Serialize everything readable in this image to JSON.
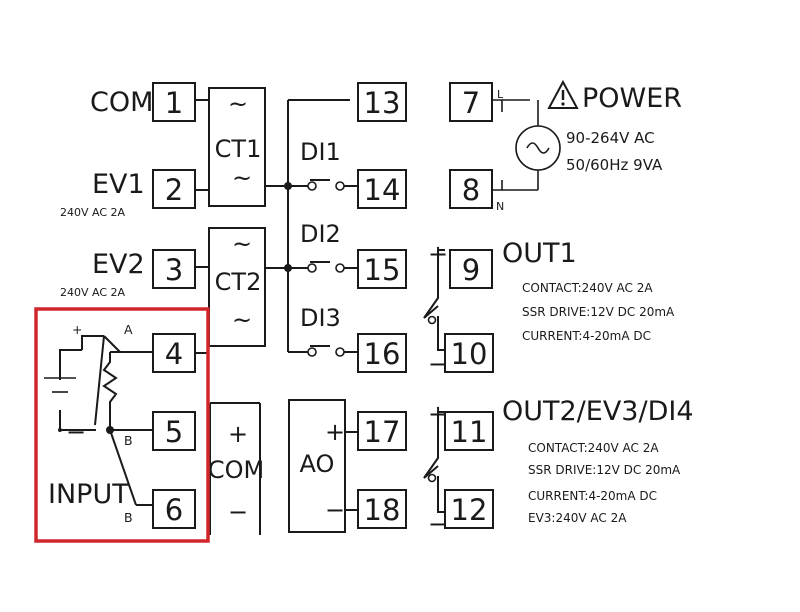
{
  "terminals": {
    "t1": "1",
    "t2": "2",
    "t3": "3",
    "t4": "4",
    "t5": "5",
    "t6": "6",
    "t7": "7",
    "t8": "8",
    "t9": "9",
    "t10": "10",
    "t11": "11",
    "t12": "12",
    "t13": "13",
    "t14": "14",
    "t15": "15",
    "t16": "16",
    "t17": "17",
    "t18": "18"
  },
  "left_labels": {
    "com": "COM",
    "ev1": "EV1",
    "ev1_rating": "240V AC 2A",
    "ev2": "EV2",
    "ev2_rating": "240V AC 2A"
  },
  "blocks": {
    "ct1": "CT1",
    "ct2": "CT2",
    "ao": "AO",
    "com": "COM",
    "tilde": "~"
  },
  "digital_inputs": {
    "di1": "DI1",
    "di2": "DI2",
    "di3": "DI3"
  },
  "input_section": {
    "label": "INPUT",
    "a": "A",
    "b1": "B",
    "b2": "B",
    "plus": "+",
    "minus": "−",
    "highlight_color": "#d0262b"
  },
  "power": {
    "title": "POWER",
    "voltage": "90-264V AC",
    "freq": "50/60Hz 9VA",
    "l": "L",
    "n": "N",
    "warning_icon": "warning-triangle-icon",
    "ac_icon": "ac-source-icon"
  },
  "out1": {
    "title": "OUT1",
    "contact": "CONTACT:240V AC 2A",
    "ssr": "SSR DRIVE:12V DC 20mA",
    "current": "CURRENT:4-20mA DC"
  },
  "out2": {
    "title": "OUT2/EV3/DI4",
    "contact": "CONTACT:240V AC 2A",
    "ssr": "SSR DRIVE:12V DC 20mA",
    "current": "CURRENT:4-20mA DC",
    "ev3": "EV3:240V AC 2A"
  },
  "polarity": {
    "plus": "+",
    "minus": "−"
  }
}
